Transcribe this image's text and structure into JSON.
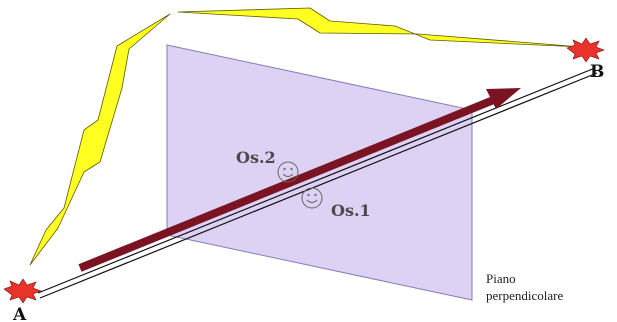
{
  "labels": {
    "point_a": "A",
    "point_b": "B",
    "observer_1": "Os.1",
    "observer_2": "Os.2",
    "plane_line1": "Piano",
    "plane_line2": "perpendicolare"
  },
  "colors": {
    "plane_fill": "#d7c9f2",
    "plane_stroke": "#8a7bb3",
    "arrow": "#7a1422",
    "lightning_fill": "#ffff22",
    "lightning_stroke": "#5c5c00",
    "explosion_fill": "#e8322a",
    "track": "#111111"
  },
  "icons": {
    "explosion": "explosion-burst-icon",
    "observer": "smiley-face-icon",
    "lightning": "lightning-bolt-icon"
  }
}
